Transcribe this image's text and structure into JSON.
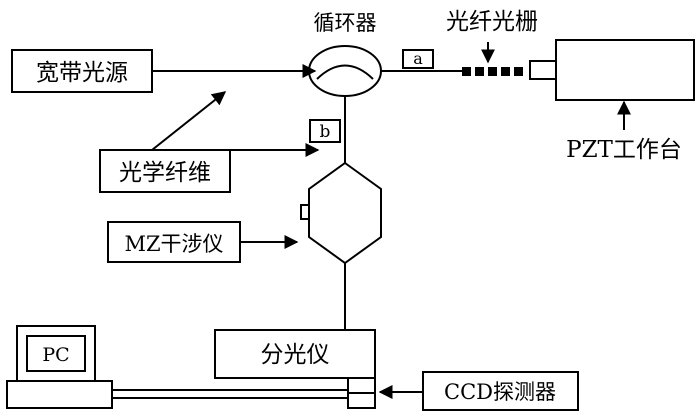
{
  "labels": {
    "broadband_source": "宽带光源",
    "circulator": "循环器",
    "fiber_grating": "光纤光栅",
    "port_a": "a",
    "port_b": "b",
    "pzt_stage": "PZT工作台",
    "optical_fiber": "光学纤维",
    "mz_interferometer": "MZ干涉仪",
    "spectrometer": "分光仪",
    "pc": "PC",
    "ccd_detector": "CCD探测器"
  },
  "colors": {
    "stroke": "#000000",
    "fill": "#ffffff"
  }
}
